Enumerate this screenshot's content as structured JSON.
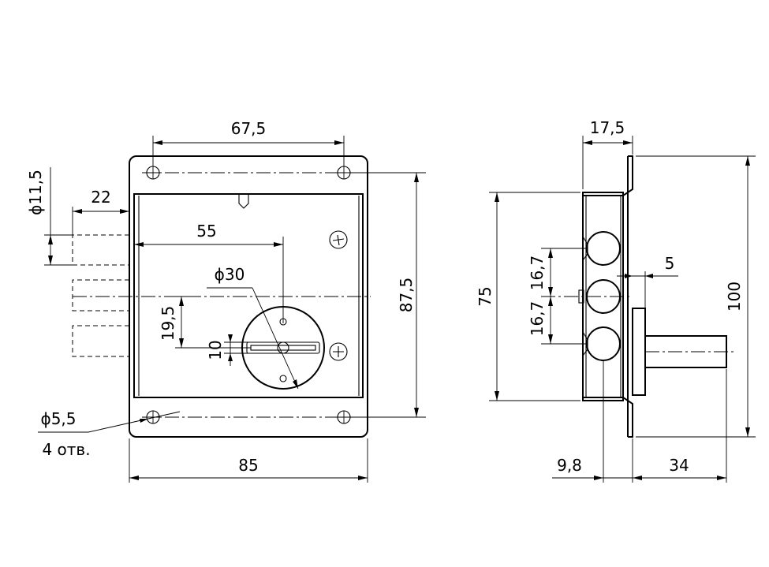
{
  "front_view": {
    "dim_top_holes": "67,5",
    "dim_bolt_dia": "ϕ11,5",
    "dim_bolt_throw": "22",
    "dim_backset": "55",
    "dim_cylinder_dia": "ϕ30",
    "dim_vertical_offset": "19,5",
    "dim_slot": "10",
    "dim_height_holes": "87,5",
    "dim_hole_dia": "ϕ5,5",
    "hole_count_note": "4 отв.",
    "dim_width": "85"
  },
  "side_view": {
    "dim_flange_depth": "17,5",
    "dim_body_height": "75",
    "dim_bolt_pitch_upper": "16,7",
    "dim_bolt_pitch_lower": "16,7",
    "dim_spindle_offset": "5",
    "dim_total_height": "100",
    "dim_case_depth": "9,8",
    "dim_spindle_length": "34"
  }
}
